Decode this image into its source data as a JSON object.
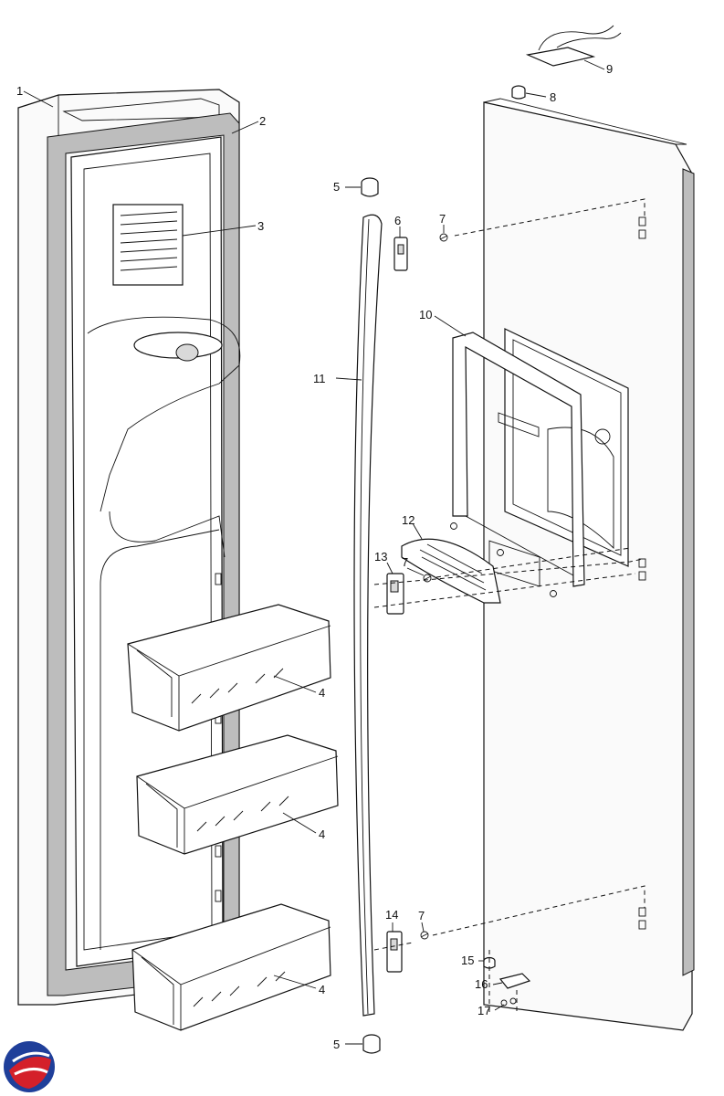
{
  "diagram": {
    "callouts": [
      {
        "id": "c1",
        "text": "1"
      },
      {
        "id": "c2",
        "text": "2"
      },
      {
        "id": "c3",
        "text": "3"
      },
      {
        "id": "c4a",
        "text": "4"
      },
      {
        "id": "c4b",
        "text": "4"
      },
      {
        "id": "c4c",
        "text": "4"
      },
      {
        "id": "c5a",
        "text": "5"
      },
      {
        "id": "c5b",
        "text": "5"
      },
      {
        "id": "c6",
        "text": "6"
      },
      {
        "id": "c7a",
        "text": "7"
      },
      {
        "id": "c7b",
        "text": "7"
      },
      {
        "id": "c7c",
        "text": "7"
      },
      {
        "id": "c8",
        "text": "8"
      },
      {
        "id": "c9",
        "text": "9"
      },
      {
        "id": "c10",
        "text": "10"
      },
      {
        "id": "c11",
        "text": "11"
      },
      {
        "id": "c12",
        "text": "12"
      },
      {
        "id": "c13",
        "text": "13"
      },
      {
        "id": "c14",
        "text": "14"
      },
      {
        "id": "c15",
        "text": "15"
      },
      {
        "id": "c16",
        "text": "16"
      },
      {
        "id": "c17",
        "text": "17"
      }
    ],
    "colors": {
      "line": "#111111",
      "gasket": "#bdbdbd",
      "logo_blue": "#1f3f9a",
      "logo_red": "#d4202a"
    }
  }
}
